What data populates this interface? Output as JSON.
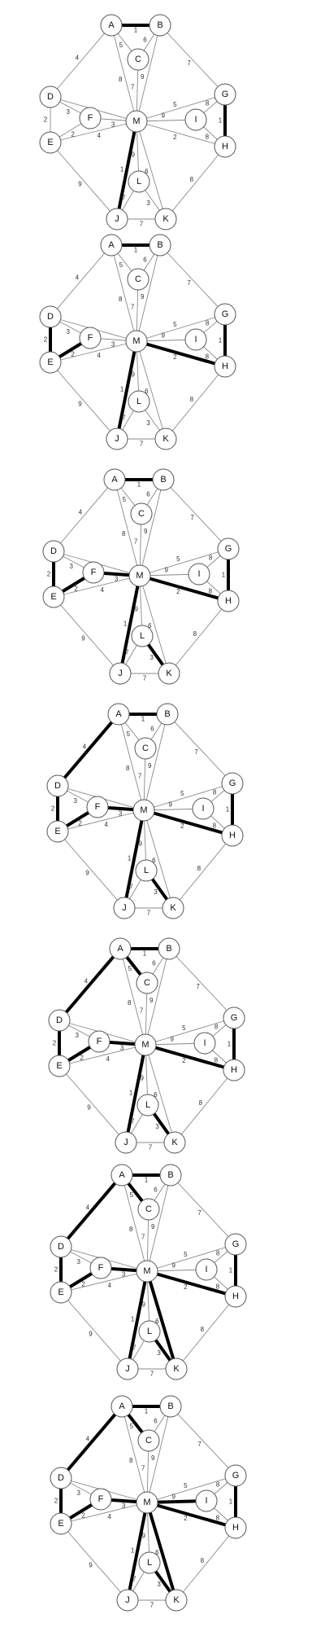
{
  "figure": {
    "nodes": [
      "A",
      "B",
      "C",
      "D",
      "E",
      "F",
      "G",
      "H",
      "I",
      "J",
      "K",
      "L",
      "M"
    ],
    "edges": [
      {
        "u": "A",
        "v": "B",
        "w": "1"
      },
      {
        "u": "A",
        "v": "C",
        "w": "5"
      },
      {
        "u": "B",
        "v": "C",
        "w": "6"
      },
      {
        "u": "A",
        "v": "M",
        "w": "8"
      },
      {
        "u": "C",
        "v": "M",
        "w": "7"
      },
      {
        "u": "B",
        "v": "M",
        "w": "9"
      },
      {
        "u": "A",
        "v": "D",
        "w": "4"
      },
      {
        "u": "B",
        "v": "G",
        "w": "7"
      },
      {
        "u": "D",
        "v": "F",
        "w": "3"
      },
      {
        "u": "D",
        "v": "M",
        "w": "9"
      },
      {
        "u": "D",
        "v": "E",
        "w": "2"
      },
      {
        "u": "E",
        "v": "F",
        "w": "2"
      },
      {
        "u": "F",
        "v": "M",
        "w": "3"
      },
      {
        "u": "E",
        "v": "M",
        "w": "4"
      },
      {
        "u": "E",
        "v": "J",
        "w": "9"
      },
      {
        "u": "G",
        "v": "M",
        "w": "5"
      },
      {
        "u": "G",
        "v": "I",
        "w": "8"
      },
      {
        "u": "G",
        "v": "H",
        "w": "1"
      },
      {
        "u": "I",
        "v": "M",
        "w": "9"
      },
      {
        "u": "I",
        "v": "H",
        "w": "8"
      },
      {
        "u": "M",
        "v": "H",
        "w": "2"
      },
      {
        "u": "H",
        "v": "K",
        "w": "8"
      },
      {
        "u": "M",
        "v": "J",
        "w": "1"
      },
      {
        "u": "M",
        "v": "L",
        "w": "9"
      },
      {
        "u": "M",
        "v": "K",
        "w": "6"
      },
      {
        "u": "L",
        "v": "J",
        "w": "7"
      },
      {
        "u": "L",
        "v": "K",
        "w": "3"
      },
      {
        "u": "J",
        "v": "K",
        "w": "7"
      }
    ],
    "steps": [
      {
        "bold": [
          "A-B",
          "G-H",
          "M-J"
        ]
      },
      {
        "bold": [
          "A-B",
          "G-H",
          "M-J",
          "D-E",
          "E-F",
          "M-H"
        ]
      },
      {
        "bold": [
          "A-B",
          "G-H",
          "M-J",
          "D-E",
          "E-F",
          "M-H",
          "F-M",
          "L-K"
        ]
      },
      {
        "bold": [
          "A-B",
          "G-H",
          "M-J",
          "D-E",
          "E-F",
          "M-H",
          "F-M",
          "L-K",
          "A-D"
        ]
      },
      {
        "bold": [
          "A-B",
          "G-H",
          "M-J",
          "D-E",
          "E-F",
          "M-H",
          "F-M",
          "L-K",
          "A-D",
          "A-C"
        ]
      },
      {
        "bold": [
          "A-B",
          "G-H",
          "M-J",
          "D-E",
          "E-F",
          "M-H",
          "F-M",
          "L-K",
          "A-D",
          "A-C",
          "M-K"
        ]
      },
      {
        "bold": [
          "A-B",
          "G-H",
          "M-J",
          "D-E",
          "E-F",
          "M-H",
          "F-M",
          "L-K",
          "A-D",
          "A-C",
          "M-K",
          "I-M"
        ]
      }
    ]
  }
}
